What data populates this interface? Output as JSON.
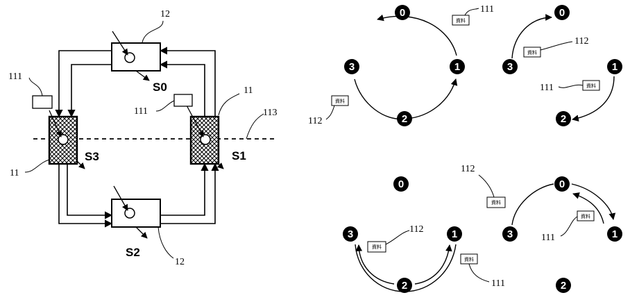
{
  "left_diagram": {
    "stations": {
      "top": {
        "ref": "12",
        "label": "S0"
      },
      "right": {
        "ref": "11",
        "label": "S1"
      },
      "bottom": {
        "ref": "12",
        "label": "S2"
      },
      "left": {
        "ref": "11",
        "label": "S3"
      }
    },
    "packet_refs": {
      "left": "111",
      "right": "111"
    },
    "dashed_line_ref": "113"
  },
  "ring_diagrams": {
    "panel_top_left": {
      "nodes": [
        "0",
        "1",
        "2",
        "3"
      ],
      "packet_refs": {
        "a": "111",
        "b": "112"
      },
      "packet_text": "資料"
    },
    "panel_top_right": {
      "nodes": [
        "0",
        "1",
        "2",
        "3"
      ],
      "packet_refs": {
        "a": "112",
        "b": "111"
      },
      "packet_text": "資料"
    },
    "panel_bottom_left": {
      "nodes": [
        "0",
        "1",
        "2",
        "3"
      ],
      "packet_refs": {
        "a": "112",
        "b": "111"
      },
      "packet_text": "資料"
    },
    "panel_bottom_right": {
      "nodes": [
        "0",
        "1",
        "2",
        "3"
      ],
      "packet_refs": {
        "a": "112",
        "b": "111"
      },
      "packet_text": "資料"
    }
  },
  "colors": {
    "ink": "#000000",
    "paper": "#ffffff"
  }
}
